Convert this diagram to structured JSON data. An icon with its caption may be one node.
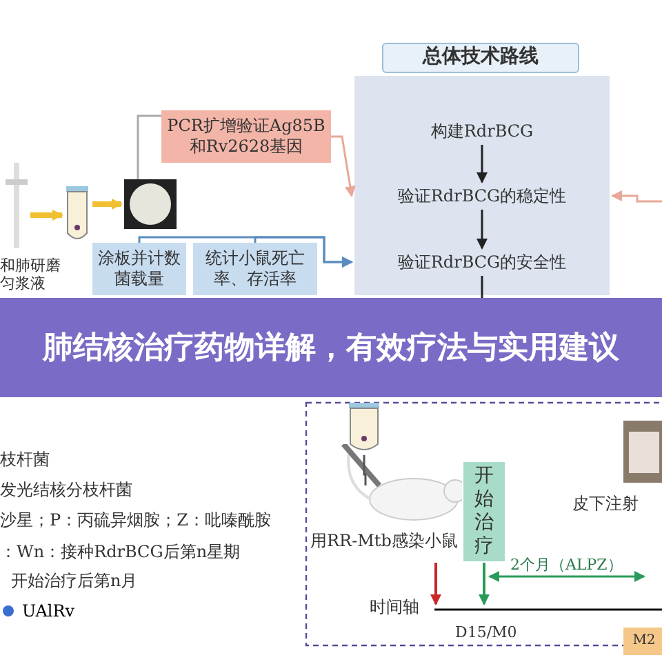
{
  "diagram": {
    "title": "肺结核治疗药物详解，有效疗法与实用建议",
    "nodes": [
      {
        "text": [
          "PCR扩增验证Ag85B和Rv2628基因"
        ]
      },
      {
        "text": [
          "总体技术路线"
        ]
      },
      {
        "text": [
          "构建RdrBCG"
        ],
        "in": 1
      },
      {
        "text": [
          "验证RdrBCG的稳定性"
        ],
        "in": 1
      },
      {
        "text": [
          "验证RdrBCG的安全性"
        ],
        "in": 1
      },
      {
        "text": [
          "涂板并计数菌载量"
        ]
      },
      {
        "text": [
          "统计小鼠死亡率、存活率"
        ]
      },
      {
        "text": [],
        "shape": "picture"
      },
      {
        "text": [],
        "shape": "picture"
      },
      {
        "text": [],
        "shape": "picture"
      },
      {
        "text": [],
        "shape": "picture",
        "beside": [
          "用RR-Mtb感染小鼠"
        ]
      },
      {
        "text": [],
        "shape": "picture"
      },
      {
        "text": [
          "开始治疗"
        ]
      },
      {
        "text": [
          "M2"
        ]
      },
      {
        "text": [],
        "shape": "picture",
        "beside": [
          "皮下注射"
        ]
      }
    ],
    "edges": [
      {
        "from": 2,
        "to": 3,
        "arrow": "to",
        "color": "#222222"
      },
      {
        "from": 3,
        "to": 4,
        "arrow": "to",
        "color": "#222222"
      },
      {
        "from": 4,
        "to": null,
        "arrow": "to",
        "color": "#222222"
      },
      {
        "from": 0,
        "to": 3,
        "arrow": "to",
        "color": "#e8a898"
      },
      {
        "from": null,
        "to": 3,
        "arrow": "to",
        "color": "#e8a898"
      },
      {
        "from": 5,
        "to": 4,
        "arrow": "to",
        "color": "#5b8cc0"
      },
      {
        "from": 6,
        "to": 4,
        "arrow": "to",
        "color": "#5b8cc0"
      },
      {
        "from": 7,
        "to": 0,
        "arrow": "none",
        "color": "#aaaaaa"
      },
      {
        "from": 9,
        "to": 8,
        "arrow": "to",
        "style": "thick",
        "color": "#f0c030"
      },
      {
        "from": 8,
        "to": 7,
        "arrow": "to",
        "style": "thick",
        "color": "#f0c030"
      },
      {
        "from": 11,
        "to": 10,
        "arrow": "none",
        "color": "#555555"
      }
    ],
    "labels": [
      "和肺研磨匀浆液",
      "枝杆菌",
      "发光结核分枝杆菌",
      "沙星；P：丙硫异烟胺；Z：吡嗪酰胺",
      "：Wn：接种RdrBCG后第n星期",
      "开始治疗后第n月",
      "时间轴",
      "D15/M0",
      "2个月（ALPZ）"
    ],
    "legend": [
      {
        "text": "UAlRv",
        "color": "#3a6fd0"
      }
    ]
  }
}
